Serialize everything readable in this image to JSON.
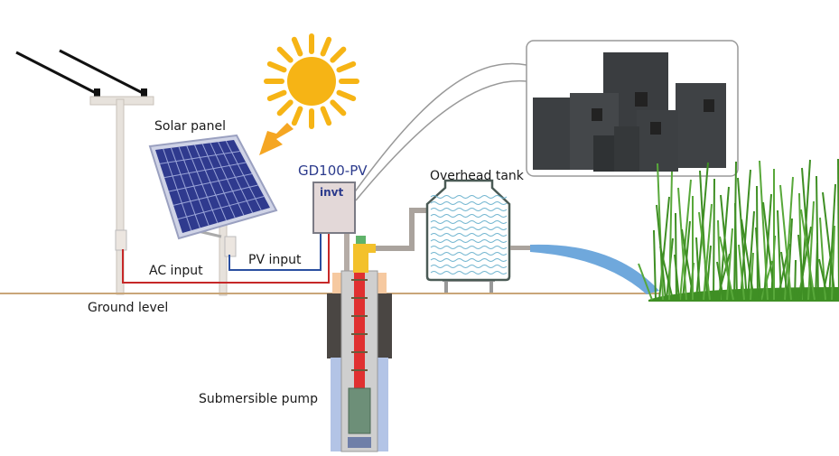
{
  "labels": {
    "solar_panel": "Solar panel",
    "controller_model": "GD100-PV",
    "controller_brand": "invt",
    "overhead_tank": "Overhead tank",
    "ac_input": "AC input",
    "pv_input": "PV input",
    "ground_level": "Ground level",
    "submersible_pump": "Submersible pump"
  },
  "colors": {
    "ac_wire": "#c62828",
    "pv_wire": "#2a4fa0",
    "ground": "#c9a679",
    "brand": "#2b3a8c",
    "sun": "#f6b415",
    "grass": "#3f8f24",
    "water": "#6fa8dc"
  }
}
